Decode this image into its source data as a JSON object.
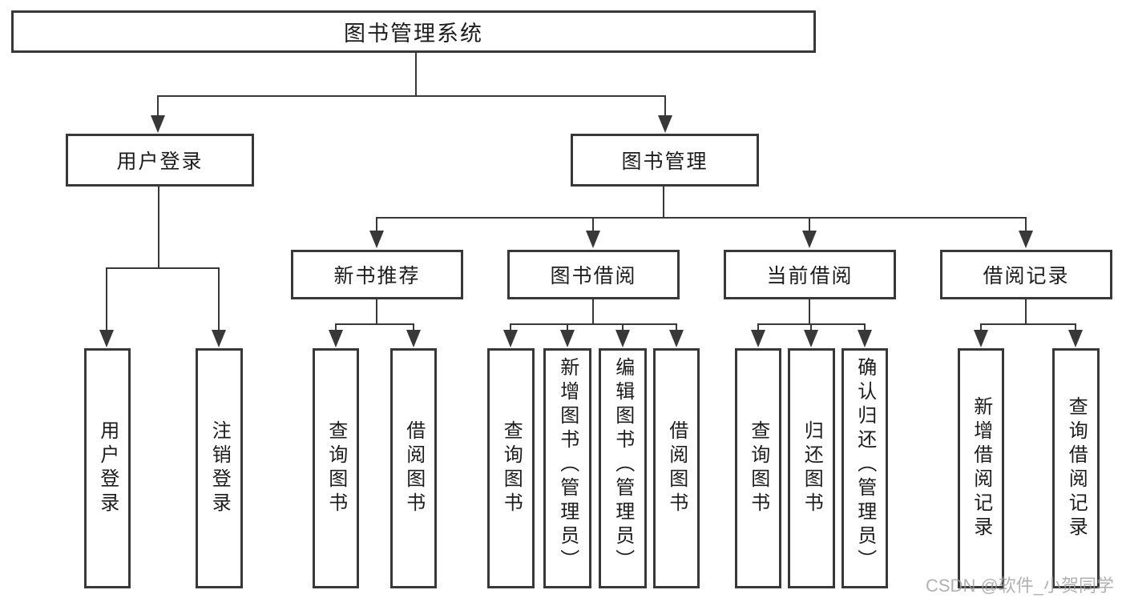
{
  "nodes": {
    "root": "图书管理系统",
    "user_login": "用户登录",
    "book_mgmt": "图书管理",
    "new_book_rec": "新书推荐",
    "book_borrow": "图书借阅",
    "current_borrow": "当前借阅",
    "borrow_records": "借阅记录",
    "leaf_user_login": "用户登录",
    "leaf_logout": "注销登录",
    "leaf_query_book_a": "查询图书",
    "leaf_borrow_book_a": "借阅图书",
    "leaf_query_book_b": "查询图书",
    "leaf_add_book_admin": "新增图书（管理员）",
    "leaf_edit_book_admin": "编辑图书（管理员）",
    "leaf_borrow_book_b": "借阅图书",
    "leaf_query_book_c": "查询图书",
    "leaf_return_book": "归还图书",
    "leaf_confirm_return_admin": "确认归还（管理员）",
    "leaf_add_borrow_record": "新增借阅记录",
    "leaf_query_borrow_record": "查询借阅记录"
  },
  "watermark": "CSDN @软件_小贺同学",
  "colors": {
    "line": "#383838",
    "text": "#1c1c1c",
    "watermark_text": "#9e9e9e",
    "background": "#ffffff"
  }
}
